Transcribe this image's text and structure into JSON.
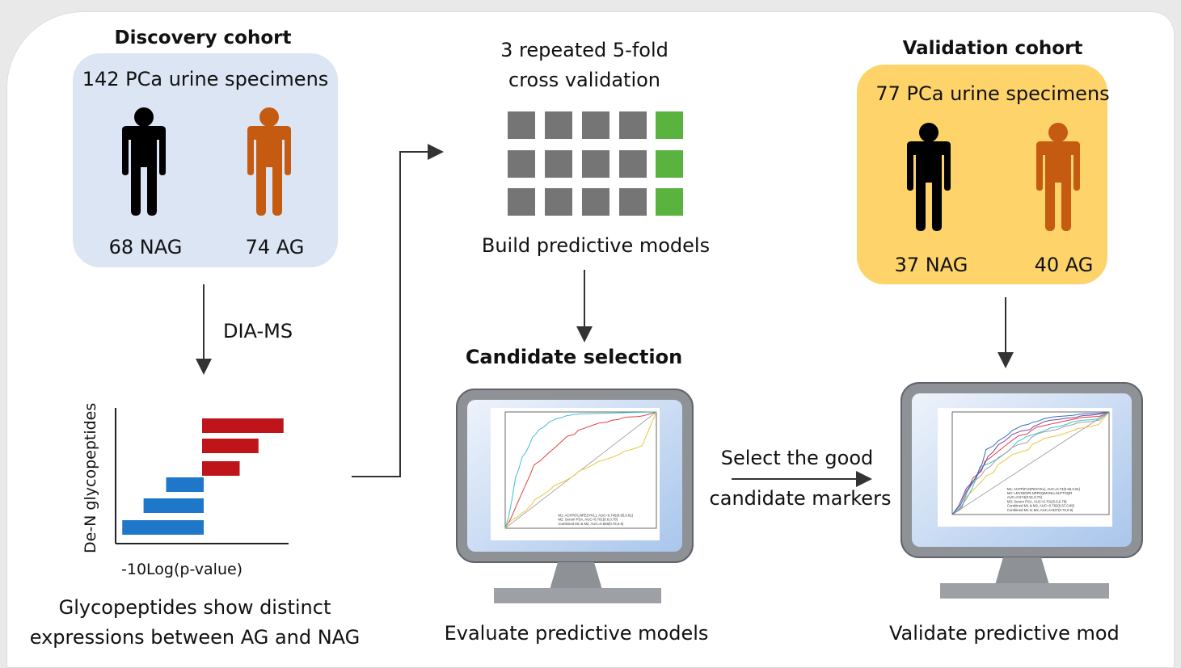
{
  "discovery": {
    "title": "Discovery cohort",
    "specimens": "142 PCa urine specimens",
    "group_nag": "68 NAG",
    "group_ag": "74 AG",
    "box_color": "#dbe5f3"
  },
  "dia_ms_label": "DIA-MS",
  "bar_plot": {
    "ylabel": "De-N glycopeptides",
    "xlabel": "-10Log(p-value)",
    "caption_line1": "Glycopeptides show distinct",
    "caption_line2": "expressions between AG and NAG",
    "up_color": "#c0141b",
    "down_color": "#1f77c9",
    "up_values": [
      0.65,
      0.45,
      0.3
    ],
    "down_values": [
      0.3,
      0.48,
      0.65
    ]
  },
  "cross_validation": {
    "line1": "3 repeated 5-fold",
    "line2": "cross validation",
    "fold_color": "#757575",
    "test_color": "#5bb33f",
    "caption": "Build predictive models"
  },
  "candidate_selection": {
    "title": "Candidate selection",
    "caption": "Evaluate predictive models",
    "chart_legend": [
      "M1: ACPP(FLNPESYKL), AUC=0.745(0.65,0.81)",
      "M2: Serum PSA, AUC=0.701(0.6,0.78)",
      "Combined M1 & M2, AUC=0.828(0.76,0.9)"
    ]
  },
  "select_arrow": {
    "line1": "Select the good",
    "line2": "candidate markers"
  },
  "validation": {
    "title": "Validation cohort",
    "specimens": "77 PCa urine specimens",
    "group_nag": "37 NAG",
    "group_ag": "40 AG",
    "box_color": "#fdd36a",
    "caption": "Validate predictive mod",
    "chart_legend": [
      "M1: ACPP(FLNPESYKL), AUC=0.74(0.65,0.81)",
      "M2: LDVSENPLNPFEQMVNLLSLPTGQR",
      "AUC=0.674(0.51,0.73)",
      "M3: Serum PSA, AUC=0.701(0.6,0.78)",
      "Combined M1 & M2, AUC=0.782(0.67,0.89)",
      "Combined M1 to M3, AUC=0.837(0.76,0.9)"
    ]
  },
  "person_colors": {
    "nag": "#000000",
    "ag": "#c55a11"
  },
  "roc_colors": [
    "#e04040",
    "#e8c840",
    "#40c0d0",
    "#8040a0",
    "#a0a0a0",
    "#3070c0"
  ]
}
